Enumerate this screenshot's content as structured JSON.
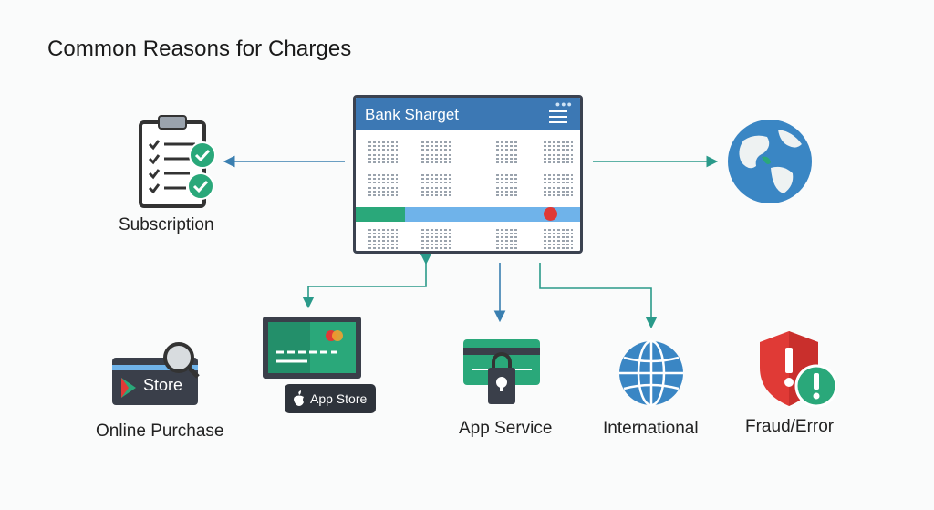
{
  "page_title": "Common Reasons for Charges",
  "bank_window": {
    "title": "Bank Sharget",
    "menu_icon": "hamburger-menu-icon"
  },
  "nodes": {
    "subscription": {
      "label": "Subscription",
      "icon": "checklist-clipboard-icon"
    },
    "globe_top": {
      "label": "",
      "icon": "globe-icon"
    },
    "online_purchase": {
      "label": "Online Purchase",
      "icon": "store-search-icon",
      "badge": "Store"
    },
    "monitor_card": {
      "label": "",
      "icon": "card-monitor-icon",
      "badge": "App Store"
    },
    "app_service": {
      "label": "App Service",
      "icon": "card-lock-icon"
    },
    "international": {
      "label": "International",
      "icon": "globe-grid-icon"
    },
    "fraud_error": {
      "label": "Fraud/Error",
      "icon": "shield-alert-icon"
    }
  },
  "colors": {
    "accent_blue": "#3c78b4",
    "teal": "#2aa87a",
    "arrow_blue": "#3a7fb0",
    "alert_red": "#e03a36",
    "dark": "#3a3f4a"
  }
}
